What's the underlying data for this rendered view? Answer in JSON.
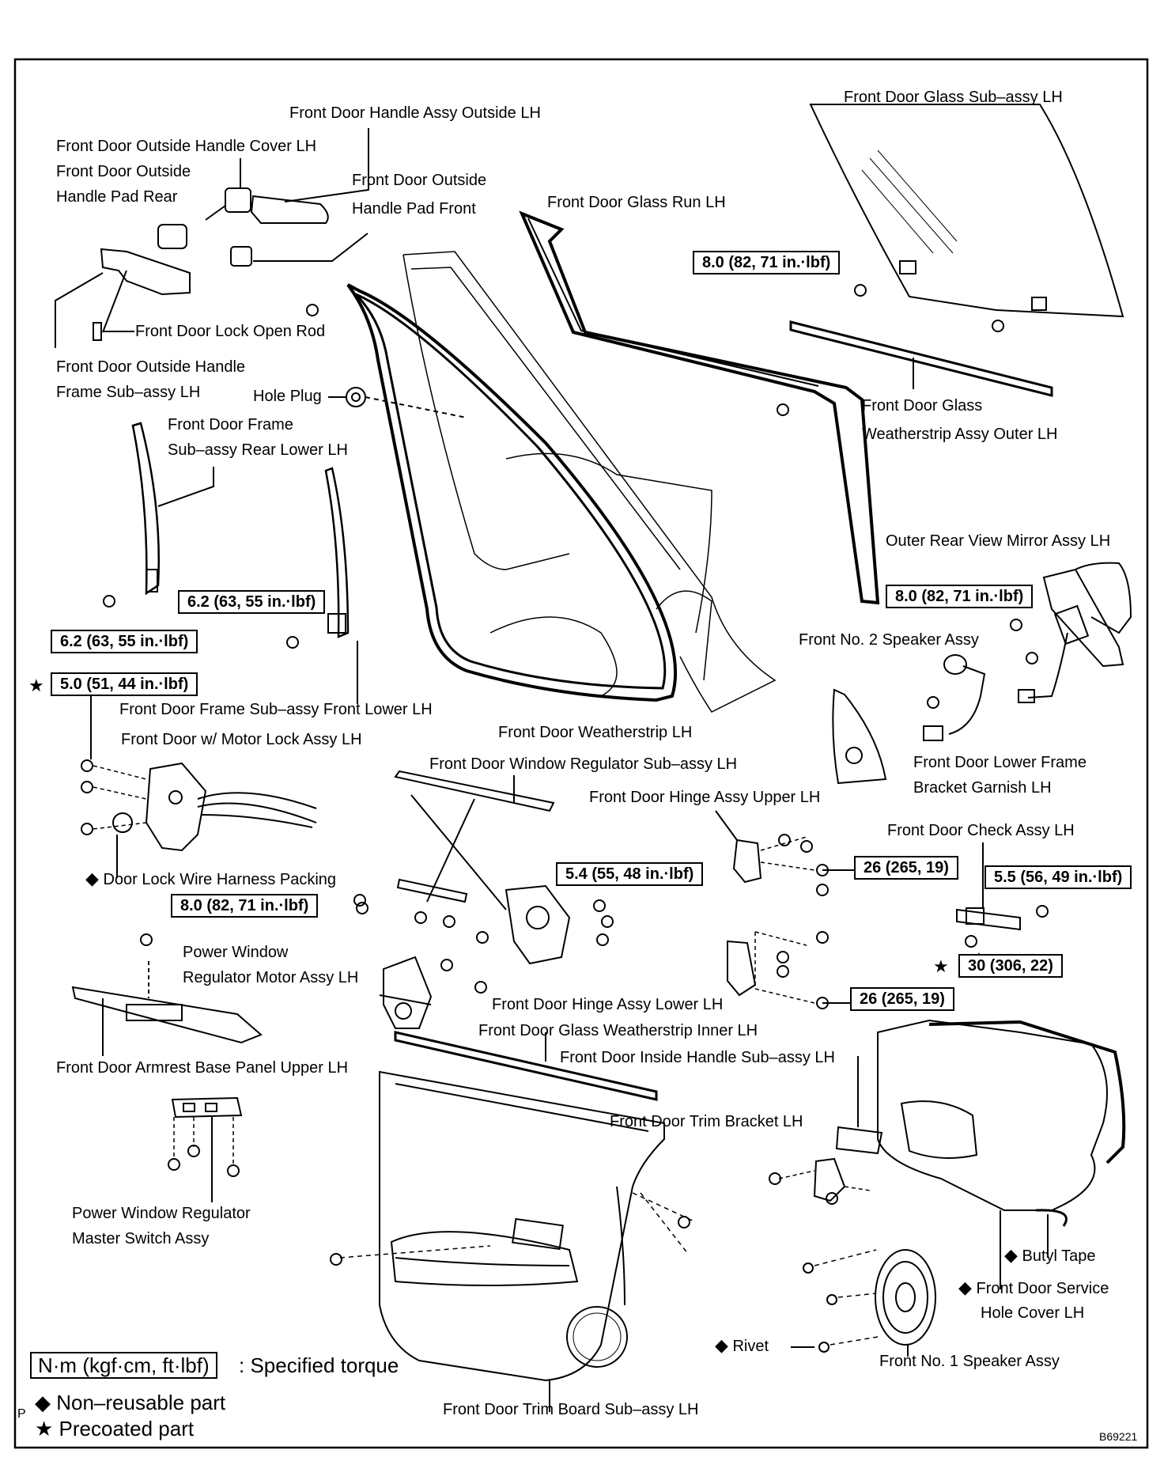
{
  "labels": {
    "handle_assy_outside": "Front Door Handle Assy Outside LH",
    "outside_handle_cover": "Front Door Outside Handle Cover LH",
    "outside_handle_pad_rear_1": "Front Door Outside",
    "outside_handle_pad_rear_2": "Handle Pad Rear",
    "outside_handle_pad_front_1": "Front Door Outside",
    "outside_handle_pad_front_2": "Handle Pad Front",
    "glass_run": "Front Door Glass Run LH",
    "glass_subassy": "Front Door Glass Sub–assy LH",
    "lock_open_rod": "Front Door Lock Open Rod",
    "outside_handle_frame_1": "Front Door Outside Handle",
    "outside_handle_frame_2": "Frame Sub–assy LH",
    "hole_plug": "Hole Plug",
    "frame_rear_lower_1": "Front Door Frame",
    "frame_rear_lower_2": "Sub–assy Rear Lower LH",
    "glass_weatherstrip_outer_1": "Front Door Glass",
    "glass_weatherstrip_outer_2": "Weatherstrip Assy Outer LH",
    "mirror": "Outer Rear View Mirror Assy LH",
    "speaker_no2": "Front No. 2 Speaker Assy",
    "frame_front_lower": "Front Door Frame Sub–assy Front Lower LH",
    "motor_lock": "Front Door w/ Motor Lock Assy LH",
    "weatherstrip": "Front Door Weatherstrip LH",
    "lower_frame_garnish_1": "Front Door Lower Frame",
    "lower_frame_garnish_2": "Bracket Garnish LH",
    "window_regulator": "Front Door Window Regulator Sub–assy LH",
    "hinge_upper": "Front Door Hinge Assy Upper LH",
    "check_assy": "Front Door Check Assy LH",
    "lock_wire_packing": "Door Lock Wire Harness Packing",
    "pw_motor_1": "Power Window",
    "pw_motor_2": "Regulator Motor Assy LH",
    "hinge_lower": "Front Door Hinge Assy Lower LH",
    "glass_weatherstrip_inner": "Front Door Glass Weatherstrip Inner LH",
    "armrest_panel": "Front Door Armrest Base Panel Upper LH",
    "inside_handle": "Front Door Inside Handle Sub–assy LH",
    "trim_bracket": "Front Door Trim Bracket LH",
    "master_switch_1": "Power Window Regulator",
    "master_switch_2": "Master Switch Assy",
    "butyl_tape": "Butyl Tape",
    "service_hole_cover_1": "Front Door Service",
    "service_hole_cover_2": "Hole Cover LH",
    "rivet": "Rivet",
    "speaker_no1": "Front No. 1 Speaker Assy",
    "trim_board": "Front Door Trim Board Sub–assy LH"
  },
  "torques": {
    "glass": "8.0 (82, 71 in.·lbf)",
    "mirror": "8.0 (82, 71 in.·lbf)",
    "frame_rear_lower": "6.2 (63, 55 in.·lbf)",
    "frame_front_lower": "6.2 (63, 55 in.·lbf)",
    "motor_lock": "5.0 (51, 44 in.·lbf)",
    "regulator_motor": "5.4 (55, 48 in.·lbf)",
    "regulator": "8.0 (82, 71 in.·lbf)",
    "hinge_upper": "26 (265, 19)",
    "check_bolt": "5.5 (56, 49 in.·lbf)",
    "check_body": "30 (306, 22)",
    "hinge_lower": "26 (265, 19)"
  },
  "legend": {
    "torque_box": "N·m (kgf·cm, ft·lbf)",
    "torque_text": ": Specified torque",
    "nonreusable": "Non–reusable part",
    "precoated": "Precoated part"
  },
  "symbols": {
    "diamond": "◆",
    "star": "★"
  },
  "corner_p": "P",
  "figure_id": "B69221"
}
